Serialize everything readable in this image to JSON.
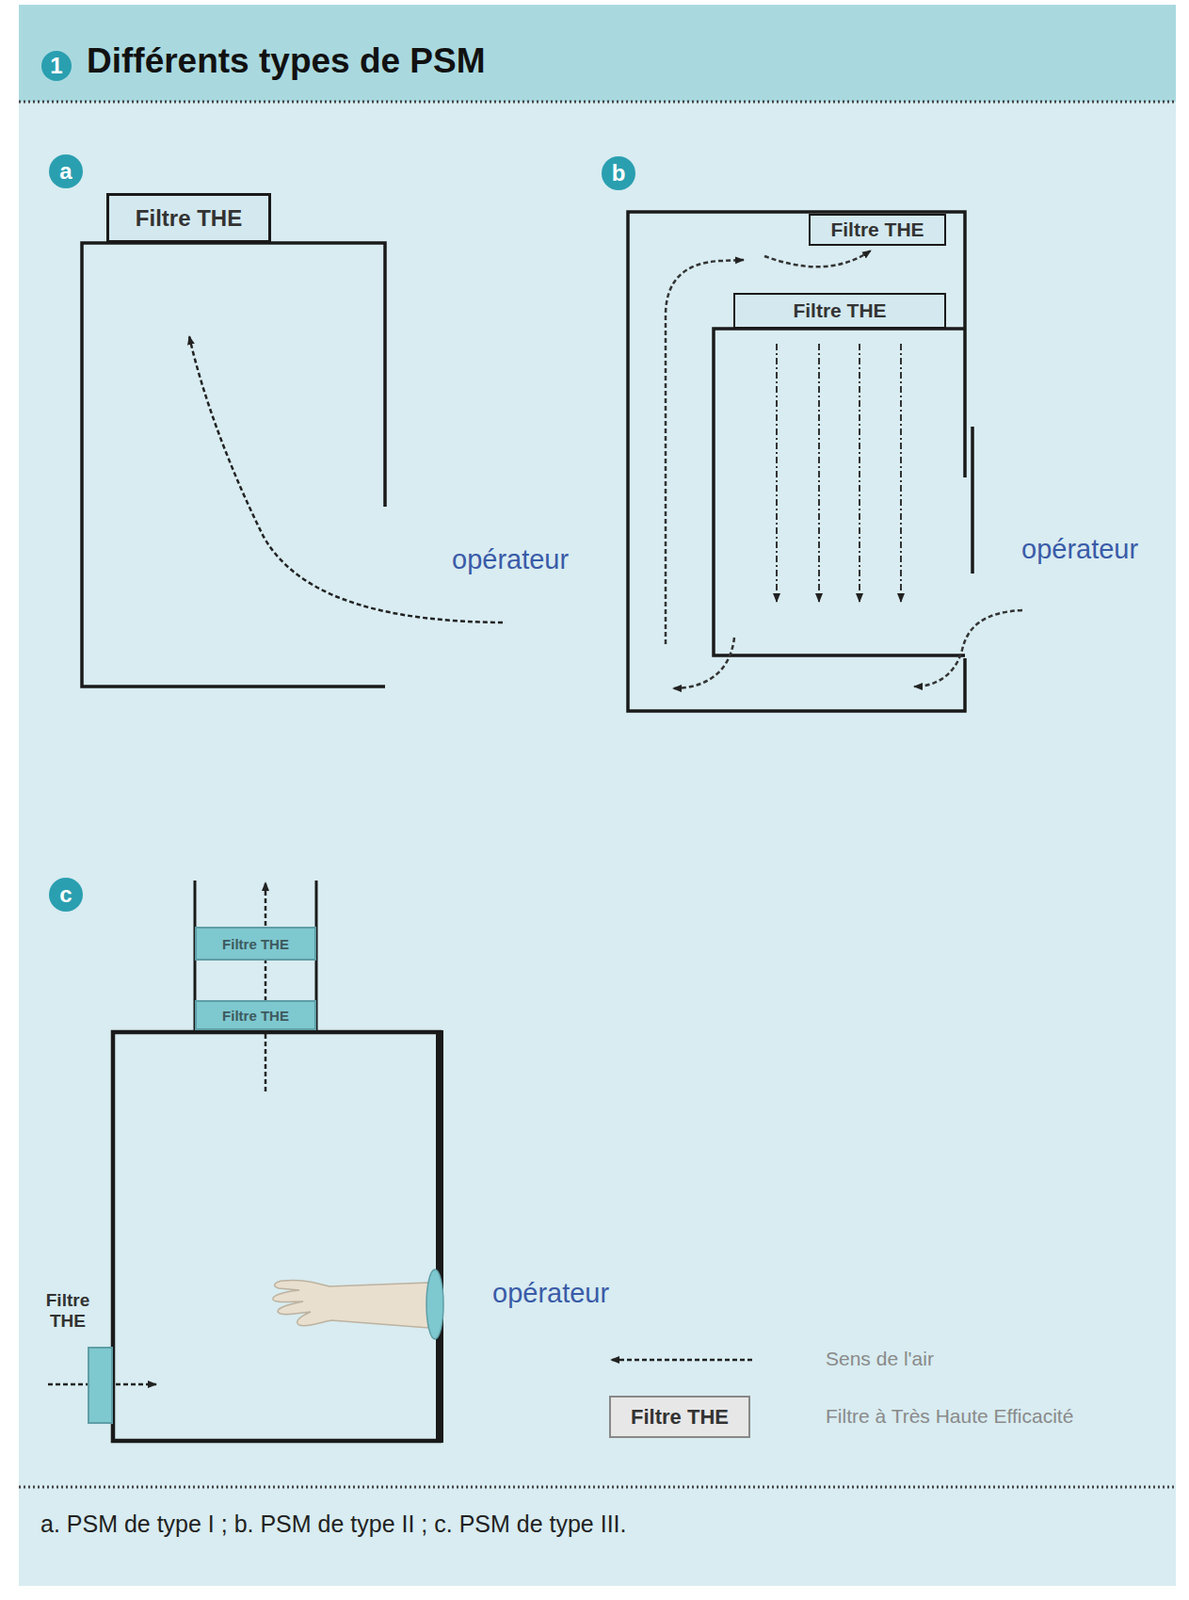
{
  "diagram": {
    "title": "Différents types de PSM",
    "caption": "a. PSM de type I ; b. PSM de type II ; c. PSM de type III.",
    "nodes": [
      {
        "text": [
          "Filtre THE"
        ]
      },
      {
        "text": [
          "Filtre THE"
        ]
      },
      {
        "text": [
          "Filtre THE"
        ]
      },
      {
        "text": [
          "Filtre THE"
        ]
      },
      {
        "text": [
          "Filtre THE"
        ]
      },
      {
        "text": [
          "Filtre THE"
        ]
      },
      {
        "text": [
          "Filtre THE"
        ]
      }
    ],
    "labels": [
      "1",
      "a",
      "b",
      "c",
      "opérateur",
      "opérateur",
      "opérateur"
    ],
    "legend": [
      {
        "text": "Sens de l'air"
      },
      {
        "text": "Filtre à Très Haute Efficacité"
      }
    ]
  }
}
